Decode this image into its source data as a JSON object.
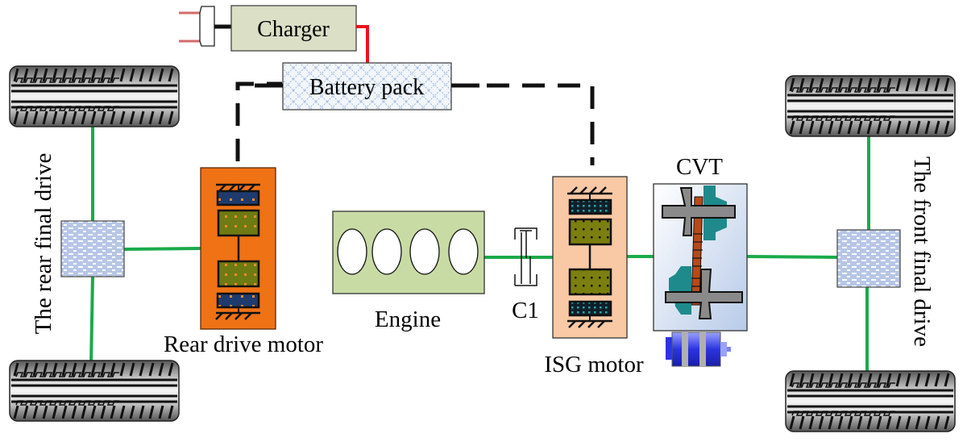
{
  "diagram": {
    "type": "hybrid-powertrain-schematic",
    "components": {
      "charger": {
        "label": "Charger"
      },
      "battery": {
        "label": "Battery pack"
      },
      "rear_motor": {
        "label": "Rear drive motor"
      },
      "engine": {
        "label": "Engine",
        "cylinders": 4
      },
      "clutch": {
        "label": "C1"
      },
      "isg_motor": {
        "label": "ISG motor"
      },
      "cvt": {
        "label": "CVT"
      },
      "rear_final_drive": {
        "label": "The rear final drive"
      },
      "front_final_drive": {
        "label": "The front final drive"
      }
    },
    "connections": [
      {
        "from": "plug",
        "to": "charger",
        "kind": "electric-black"
      },
      {
        "from": "charger",
        "to": "battery",
        "kind": "electric-red"
      },
      {
        "from": "battery",
        "to": "rear_motor",
        "kind": "electric-dashed"
      },
      {
        "from": "battery",
        "to": "isg_motor",
        "kind": "electric-dashed"
      },
      {
        "from": "rear_motor",
        "to": "rear_final_drive",
        "kind": "mechanical"
      },
      {
        "from": "engine",
        "to": "clutch",
        "kind": "mechanical"
      },
      {
        "from": "clutch",
        "to": "isg_motor",
        "kind": "mechanical"
      },
      {
        "from": "isg_motor",
        "to": "cvt",
        "kind": "mechanical"
      },
      {
        "from": "cvt",
        "to": "front_final_drive",
        "kind": "mechanical"
      }
    ],
    "colors": {
      "shaft": "#1aaa4a",
      "charger_fill": "#dadfc6",
      "rear_motor_fill": "#ef7215",
      "isg_fill": "#f9c9a6",
      "engine_fill": "#c8dba5",
      "red_wire": "#e8121c",
      "stator_blue": "#1f3b6e",
      "rotor_olive": "#6e7a12"
    }
  }
}
